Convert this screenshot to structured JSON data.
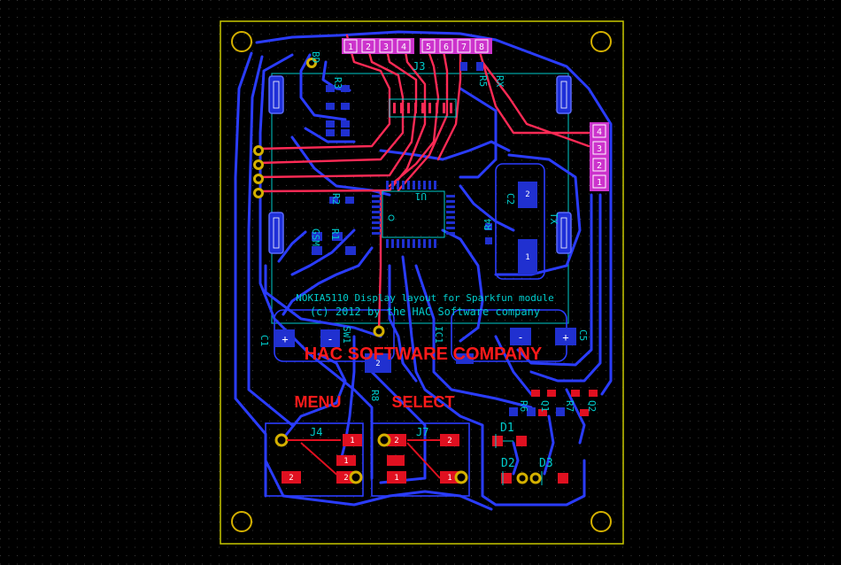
{
  "colors": {
    "background": "#000000",
    "grid_dot": "#3a3a3a",
    "board_outline": "#c8c800",
    "bottom_copper": "#2a3cff",
    "top_copper": "#ff2a55",
    "silkscreen": "#00cccc",
    "smd_pad_top": "#e01020",
    "smd_pad_bottom": "#2030d0",
    "via_ring": "#d4b000",
    "header_pad": "#cc33cc",
    "label_red": "#ff1a1a"
  },
  "labels": {
    "j3": "J3",
    "j4": "J4",
    "j7": "J7",
    "d1": "D1",
    "d2": "D2",
    "d3": "D3",
    "board_line1": "NOKIA5110 Display layout for Sparkfun module",
    "board_line2": "(c) 2012 by the HAC Software company",
    "company": "HAC SOFTWARE COMPANY",
    "menu": "MENU",
    "select": "SELECT",
    "u1": "U1",
    "ic1": "IC1",
    "sw1": "SW1",
    "c1": "C1",
    "c2": "C2",
    "c5": "C5",
    "r1": "R1",
    "r2": "R2",
    "r3": "R3",
    "r4": "R4",
    "r5": "R5",
    "r6": "R6",
    "r7": "R7",
    "r8": "R8",
    "q1": "Q1",
    "q2": "Q2",
    "tx": "TX",
    "rx": "RX",
    "bd": "BD",
    "gsm": "GSM",
    "pol_plus": "+",
    "pol_minus": "-"
  },
  "header_top": {
    "pins": [
      "1",
      "2",
      "3",
      "4",
      "5",
      "6",
      "7",
      "8"
    ]
  },
  "header_right": {
    "pins": [
      "4",
      "3",
      "2",
      "1"
    ]
  },
  "switch_j4": {
    "pads": [
      "1",
      "1",
      "2",
      "2"
    ]
  },
  "switch_j7": {
    "pads": [
      "2",
      "2",
      "1",
      "1"
    ]
  },
  "crystal": {
    "pads": [
      "2",
      "1"
    ]
  },
  "sw1_pad": "2"
}
